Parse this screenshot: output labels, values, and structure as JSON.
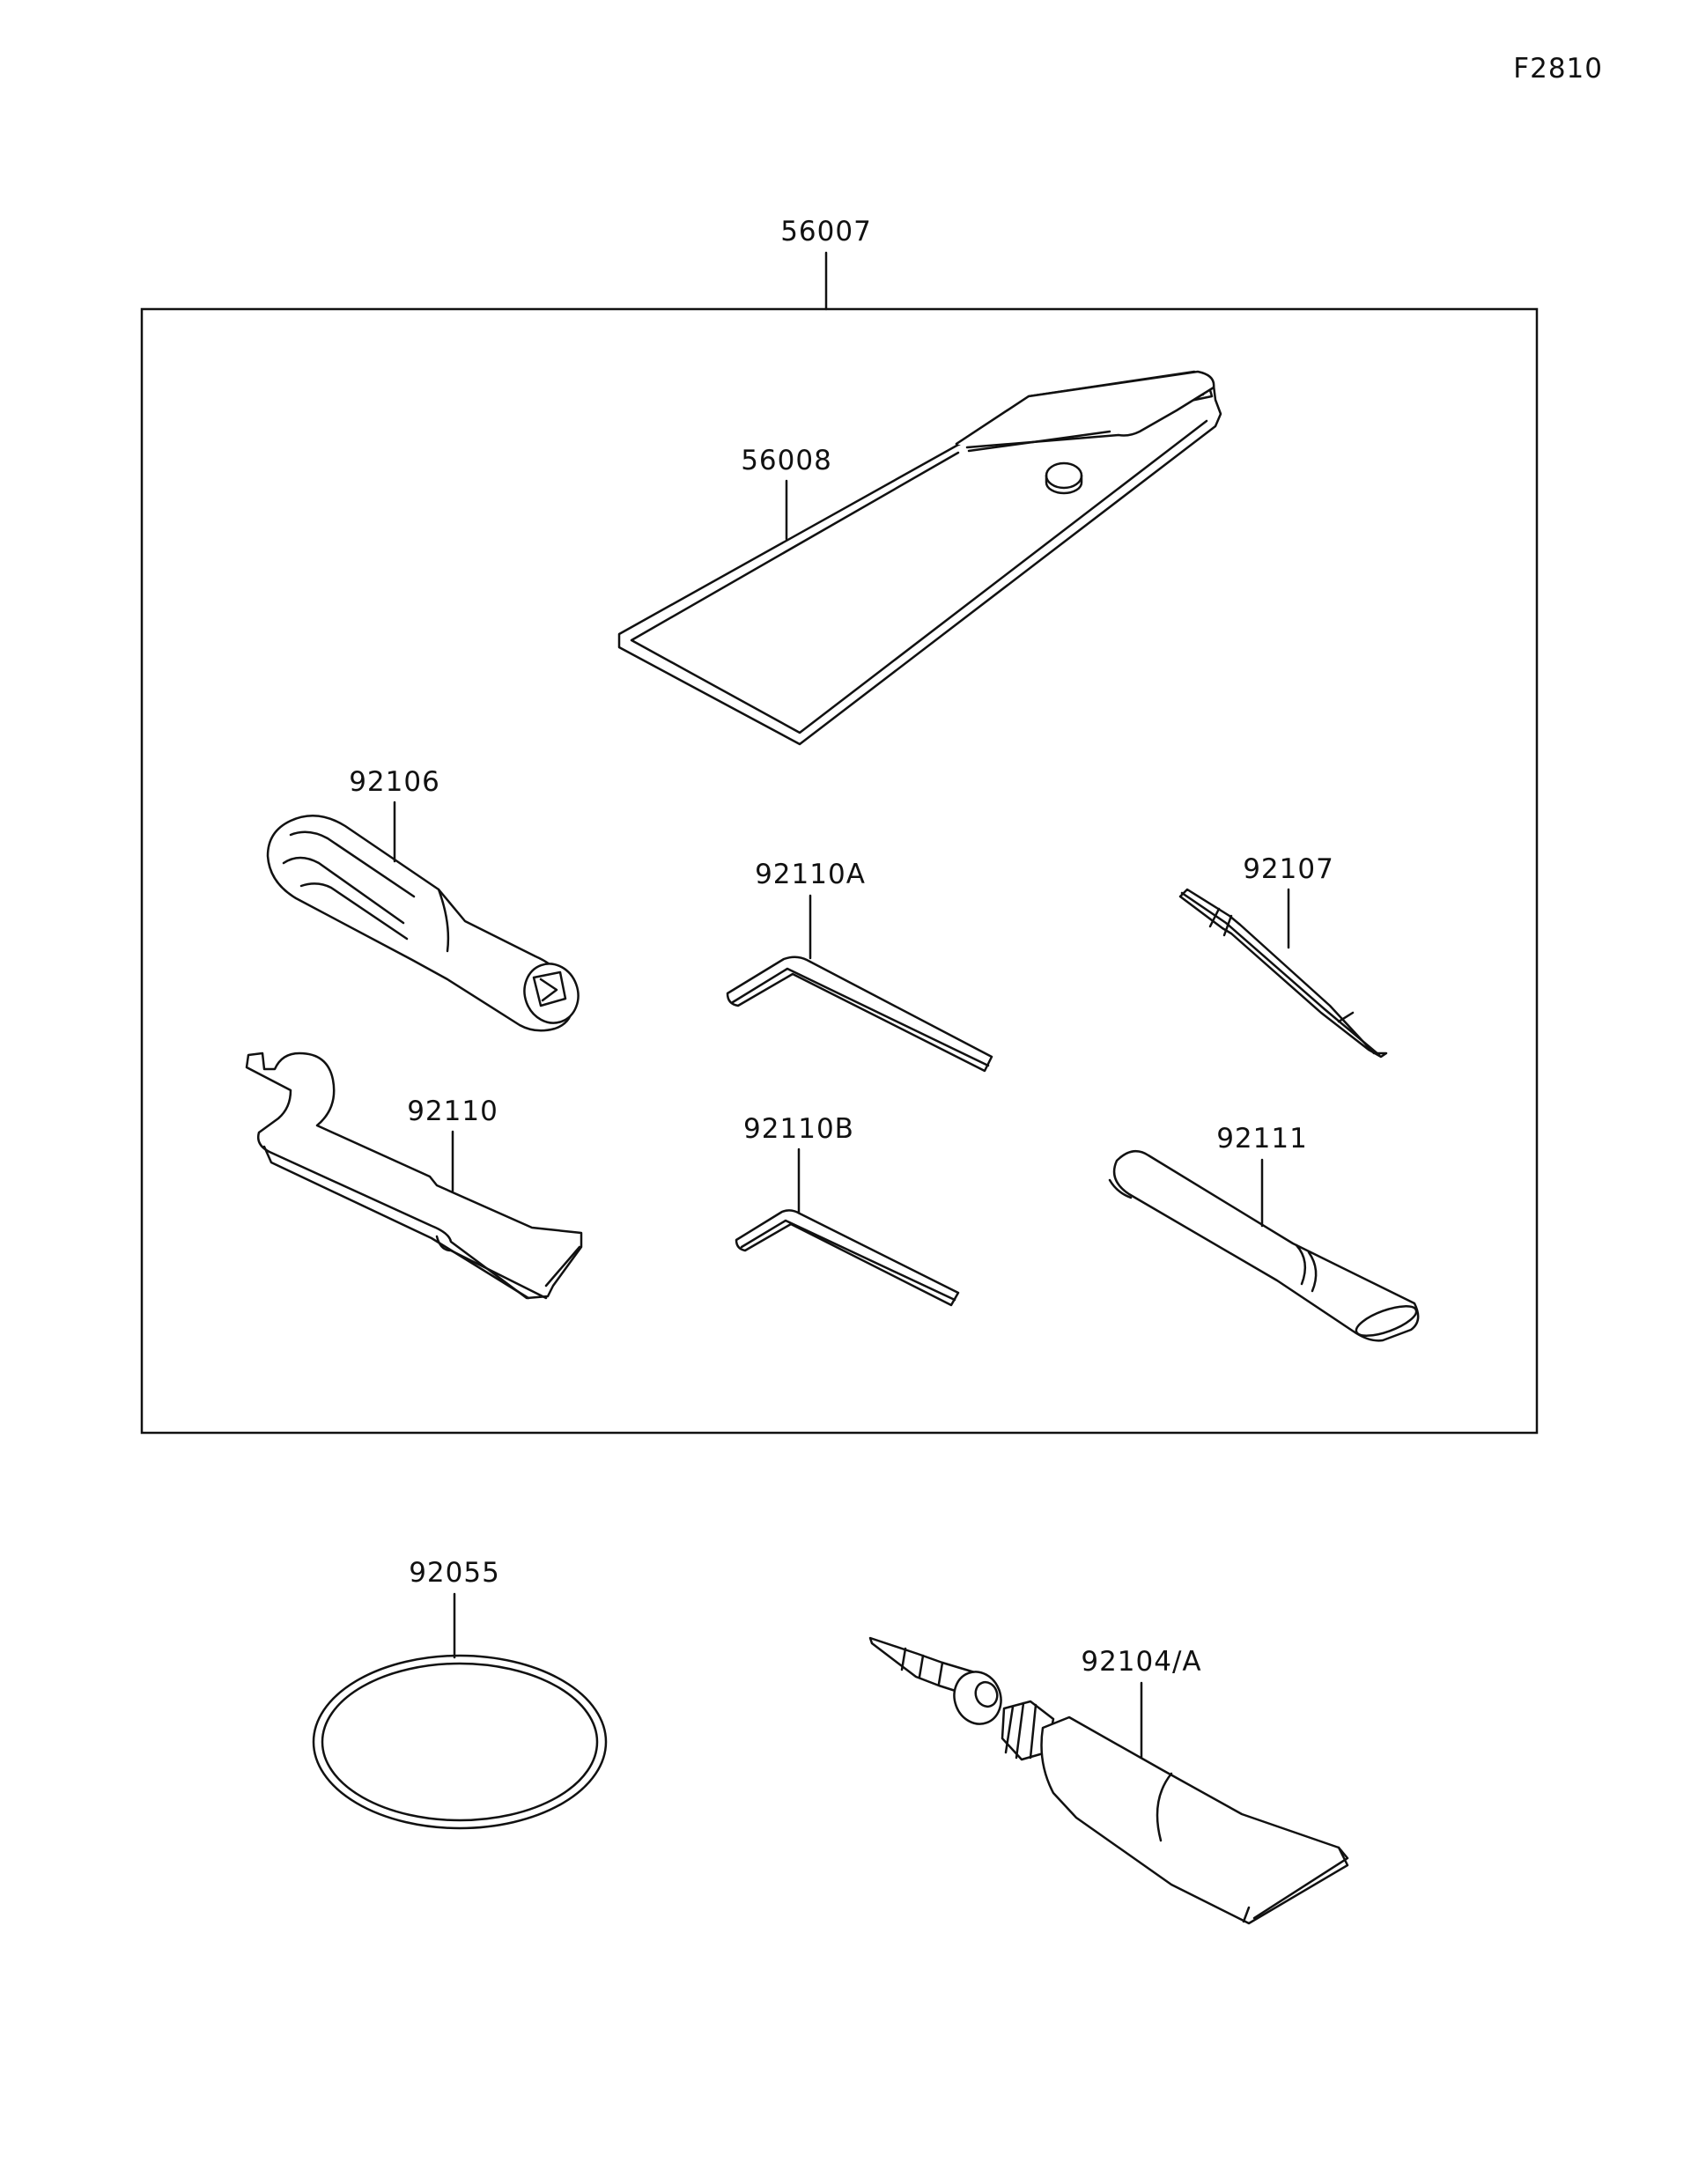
{
  "figure_code": "F2810",
  "kit_label": "56007",
  "parts": {
    "case": "56008",
    "screwdriver_handle": "92106",
    "hex_wrench_a": "92110A",
    "screwdriver_bit": "92107",
    "spanner": "92110",
    "hex_wrench_b": "92110B",
    "extension_bar": "92111",
    "o_ring": "92055",
    "grease_tube": "92104/A"
  }
}
